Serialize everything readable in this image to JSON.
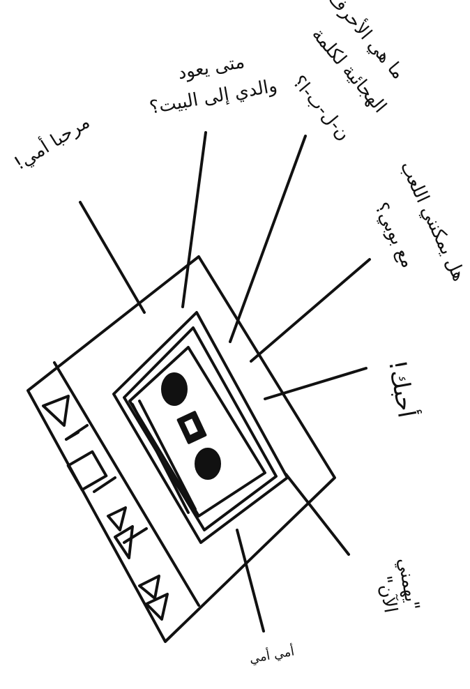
{
  "colors": {
    "ink": "#111111",
    "paper": "#ffffff"
  },
  "labels": {
    "hello_mom": "مرحبا أمي!",
    "when_dad_home_line1": "متى يعود",
    "when_dad_home_line2": "والدي إلى البيت؟",
    "letters_line1": "ما هي الأحرف",
    "letters_line2": "الهجائية لكلمة",
    "letters_line3": "ن-ل-ب-ا؟",
    "play_line1": "هل يمكنني اللعب",
    "play_line2": "مع بوبي؟",
    "love_you": "أحبك!",
    "hungry_line1": "\"يهمني",
    "hungry_line2": "الآن\"",
    "bottom_text": "أمي أمي"
  },
  "device_buttons": [
    {
      "icon": "play-icon"
    },
    {
      "icon": "stop-icon"
    },
    {
      "icon": "fast-forward-icon"
    },
    {
      "icon": "rewind-icon"
    }
  ],
  "cassette": {
    "reels": [
      "reel-left-icon",
      "reel-right-icon"
    ],
    "window_icon": "tape-window-icon"
  }
}
